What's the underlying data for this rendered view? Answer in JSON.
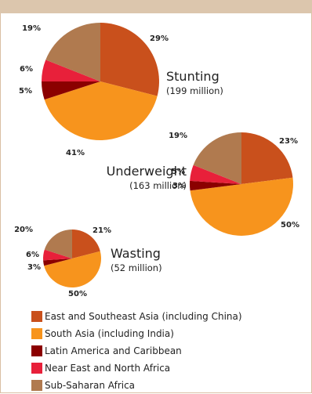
{
  "chart_data": {
    "type": "pie",
    "legend_position": "bottom-left",
    "regions": [
      {
        "name": "East and Southeast Asia (including China)",
        "color": "#c9501c"
      },
      {
        "name": "South Asia (including India)",
        "color": "#f7941d"
      },
      {
        "name": "Latin America and Caribbean",
        "color": "#8b0000"
      },
      {
        "name": "Near East and North Africa",
        "color": "#e8203a"
      },
      {
        "name": "Sub-Saharan Africa",
        "color": "#b07a4f"
      }
    ],
    "pies": [
      {
        "title": "Stunting",
        "subtitle": "(199 million)",
        "total_millions": 199,
        "values": [
          29,
          41,
          5,
          6,
          19
        ],
        "labels": [
          "29%",
          "41%",
          "5%",
          "6%",
          "19%"
        ]
      },
      {
        "title": "Underweight",
        "subtitle": "(163 million)",
        "total_millions": 163,
        "values": [
          23,
          50,
          3,
          5,
          19
        ],
        "labels": [
          "23%",
          "50%",
          "3%",
          "5%",
          "19%"
        ]
      },
      {
        "title": "Wasting",
        "subtitle": "(52 million)",
        "total_millions": 52,
        "values": [
          21,
          50,
          3,
          6,
          20
        ],
        "labels": [
          "21%",
          "50%",
          "3%",
          "6%",
          "20%"
        ]
      }
    ]
  }
}
